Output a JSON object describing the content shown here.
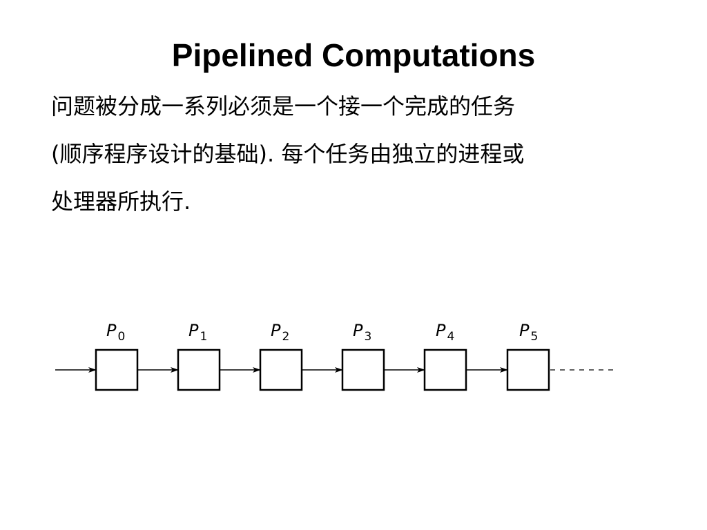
{
  "slide": {
    "title": "Pipelined Computations",
    "paragraph_lines": [
      "问题被分成一系列必须是一个接一个完成的任务",
      "(顺序程序设计的基础). 每个任务由独立的进程或",
      "处理器所执行."
    ]
  },
  "diagram": {
    "processes": [
      {
        "letter": "P",
        "index": "0"
      },
      {
        "letter": "P",
        "index": "1"
      },
      {
        "letter": "P",
        "index": "2"
      },
      {
        "letter": "P",
        "index": "3"
      },
      {
        "letter": "P",
        "index": "4"
      },
      {
        "letter": "P",
        "index": "5"
      }
    ],
    "continues": true
  }
}
